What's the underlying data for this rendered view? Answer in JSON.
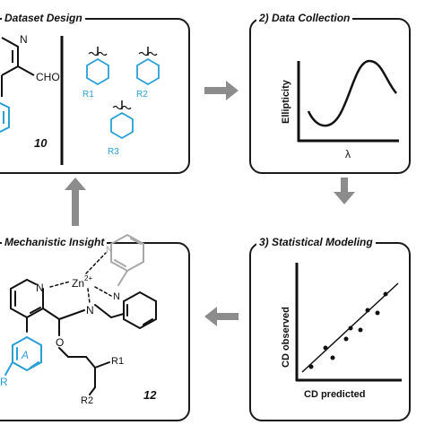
{
  "panels": {
    "dataset": {
      "title": "Dataset Design",
      "compound_label": "10",
      "aldehyde": "CHO",
      "substituents": [
        "R1",
        "R2",
        "R3"
      ]
    },
    "collection": {
      "title": "2) Data Collection",
      "ylabel": "Ellipticity",
      "xlabel": "λ"
    },
    "modeling": {
      "title": "3) Statistical Modeling",
      "ylabel": "CD observed",
      "xlabel": "CD predicted"
    },
    "insight": {
      "title": "Mechanistic Insight",
      "compound_label": "12",
      "metal": "Zn",
      "metal_charge": "2+",
      "atom_N": "N",
      "atom_O": "O",
      "ring_label": "A",
      "R": "R",
      "R1": "R1",
      "R2": "R2"
    }
  },
  "colors": {
    "accent": "#2a9fd6",
    "arrow": "#8c8c8c",
    "gray_ring": "#a8a8a8"
  },
  "arrows": [
    "right",
    "down",
    "left",
    "up"
  ]
}
